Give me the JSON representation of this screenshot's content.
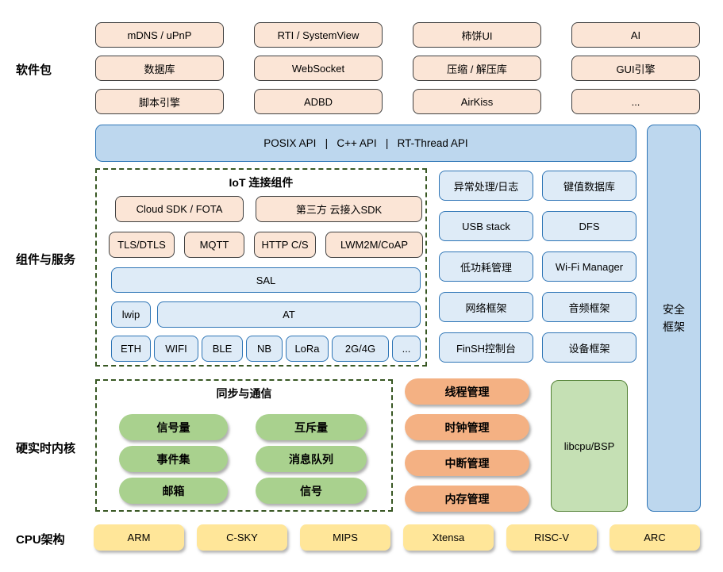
{
  "section_labels": {
    "packages": "软件包",
    "components": "组件与服务",
    "kernel": "硬实时内核",
    "cpu": "CPU架构"
  },
  "packages": {
    "items": [
      "mDNS / uPnP",
      "RTI / SystemView",
      "柿饼UI",
      "AI",
      "数据库",
      "WebSocket",
      "压缩 / 解压库",
      "GUI引擎",
      "脚本引擎",
      "ADBD",
      "AirKiss",
      "..."
    ]
  },
  "api_bar": {
    "label": "POSIX API   |   C++ API   |   RT-Thread API"
  },
  "security": {
    "line1": "安全",
    "line2": "框架"
  },
  "iot": {
    "title": "IoT 连接组件",
    "cloud_row": [
      "Cloud SDK / FOTA",
      "第三方 云接入SDK"
    ],
    "protocol_row": [
      "TLS/DTLS",
      "MQTT",
      "HTTP C/S",
      "LWM2M/CoAP"
    ],
    "sal": "SAL",
    "lwip": "lwip",
    "at": "AT",
    "links": [
      "ETH",
      "WIFI",
      "BLE",
      "NB",
      "LoRa",
      "2G/4G",
      "..."
    ]
  },
  "services": [
    "异常处理/日志",
    "键值数据库",
    "USB stack",
    "DFS",
    "低功耗管理",
    "Wi-Fi Manager",
    "网络框架",
    "音频框架",
    "FinSH控制台",
    "设备框架"
  ],
  "kernel": {
    "sync_title": "同步与通信",
    "sync_items": [
      "信号量",
      "互斥量",
      "事件集",
      "消息队列",
      "邮箱",
      "信号"
    ],
    "mgmt_items": [
      "线程管理",
      "时钟管理",
      "中断管理",
      "内存管理"
    ],
    "libcpu": "libcpu/BSP"
  },
  "cpu_archs": [
    "ARM",
    "C-SKY",
    "MIPS",
    "Xtensa",
    "RISC-V",
    "ARC"
  ],
  "colors": {
    "package_fill": "#FBE5D6",
    "api_fill": "#BDD7EE",
    "service_fill": "#DEEBF7",
    "blue_border": "#2E75B6",
    "sync_fill": "#A9D18E",
    "mgmt_fill": "#F4B183",
    "libcpu_fill": "#C5E0B4",
    "cpu_fill": "#FFE699",
    "dashed_border": "#385723"
  }
}
